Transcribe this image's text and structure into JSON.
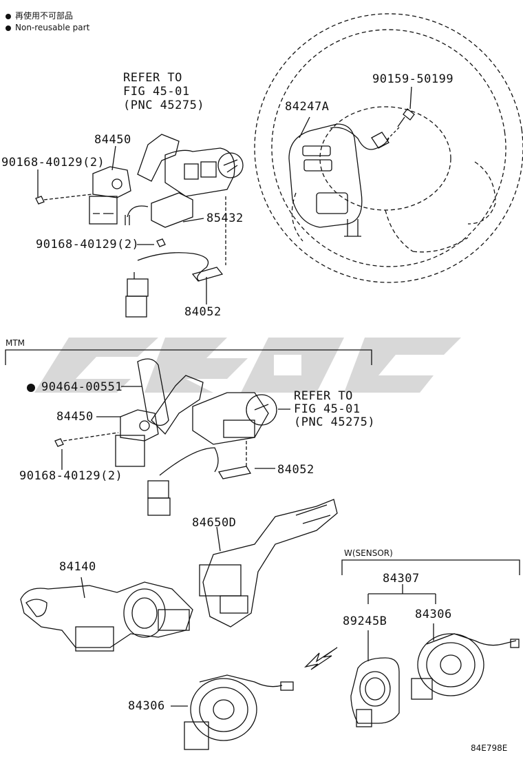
{
  "legend": {
    "line1": "再使用不可部品",
    "line2": "Non-reusable part"
  },
  "labels": {
    "refer_top_1": "REFER TO",
    "refer_top_2": "FIG 45-01",
    "refer_top_3": "(PNC 45275)",
    "p84450_top": "84450",
    "p90168_top": "90168-40129(2)",
    "p85432": "85432",
    "p90168_mid": "90168-40129(2)",
    "p84052_top": "84052",
    "p90159": "90159-50199",
    "p84247A": "84247A",
    "mtm": "MTM",
    "p90464": "90464-00551",
    "p84450_mtm": "84450",
    "refer_mtm_1": "REFER TO",
    "refer_mtm_2": "FIG 45-01",
    "refer_mtm_3": "(PNC 45275)",
    "p84052_mtm": "84052",
    "p90168_mtm": "90168-40129(2)",
    "p84650D": "84650D",
    "p84140": "84140",
    "w_sensor": "W(SENSOR)",
    "p84307": "84307",
    "p89245B": "89245B",
    "p84306_right": "84306",
    "p84306_bottom": "84306",
    "figure_code": "84E798E"
  },
  "icons": {
    "non_reusable_marker": "filled-circle-icon",
    "direction_arrow": "hollow-arrow-icon"
  },
  "colors": {
    "line": "#111111",
    "watermark": "#d6d6d6"
  }
}
